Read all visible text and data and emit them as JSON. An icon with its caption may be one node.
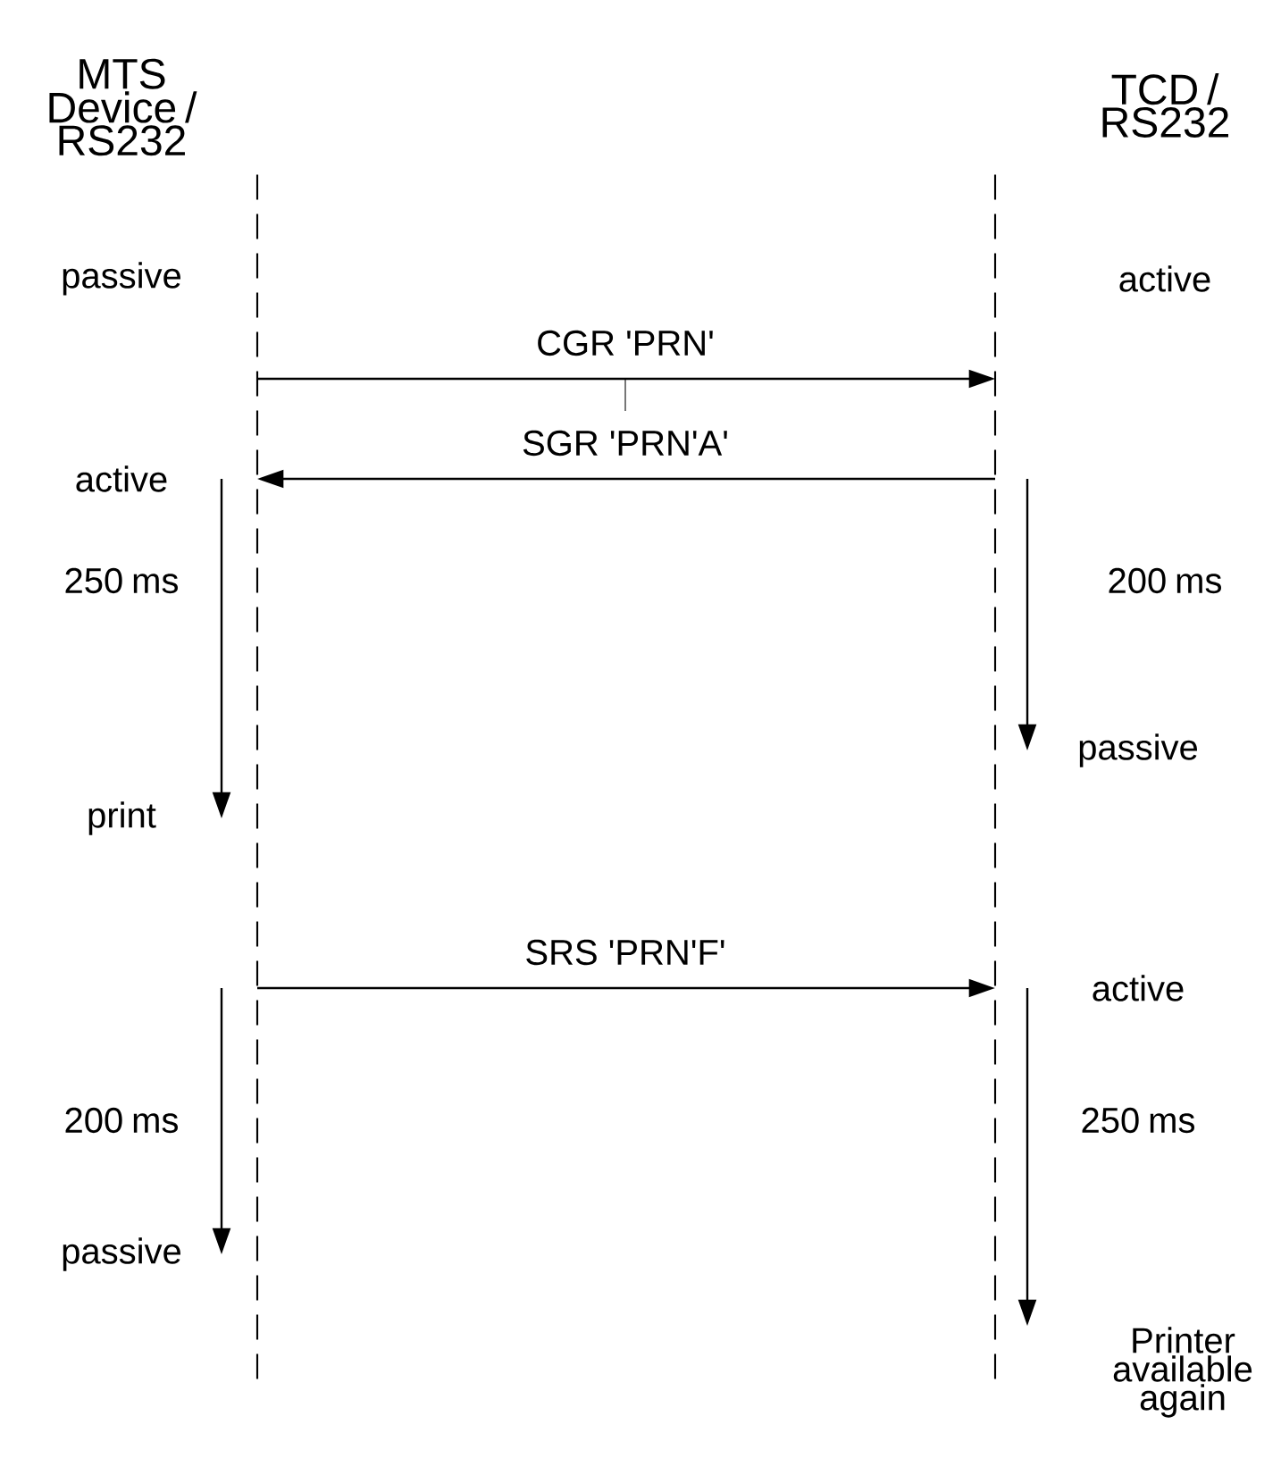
{
  "diagram": {
    "nodes": [
      {
        "text": [
          "MTS Device / RS232"
        ]
      },
      {
        "text": [
          "TCD / RS232"
        ]
      },
      {
        "text": [],
        "shape": "line"
      },
      {
        "text": [],
        "shape": "line"
      }
    ],
    "edges": [
      {
        "from": 2,
        "to": 3,
        "arrow": "to",
        "label": "CGR 'PRN'"
      },
      {
        "from": 3,
        "to": 2,
        "arrow": "to",
        "label": "SGR 'PRN'A'"
      },
      {
        "from": 2,
        "to": 3,
        "arrow": "to",
        "label": "SRS 'PRN'F'"
      }
    ],
    "labels": [
      "passive",
      "active",
      "active",
      "250 ms",
      "200 ms",
      "passive",
      "print",
      "active",
      "200 ms",
      "250 ms",
      "passive",
      "Printer available again"
    ]
  }
}
